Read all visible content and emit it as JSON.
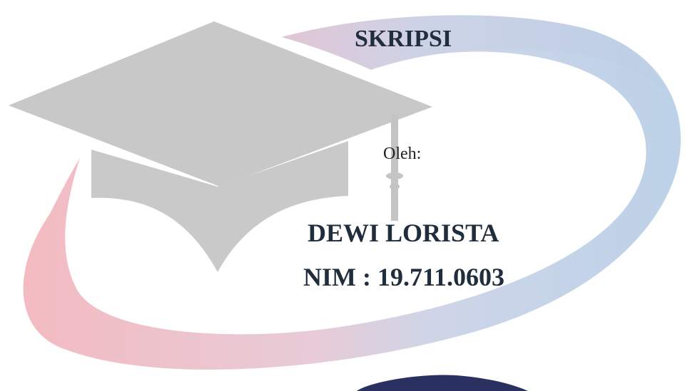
{
  "document": {
    "title": "SKRIPSI",
    "by_label": "Oleh:",
    "author_name": "DEWI LORISTA",
    "student_id": "NIM : 19.711.0603"
  },
  "icons": {
    "mortarboard": "graduation-cap-icon",
    "swoosh": "swoosh-ribbon-icon"
  },
  "colors": {
    "ribbon_start": "#f2b8bf",
    "ribbon_mid": "#d9d0e3",
    "ribbon_end": "#bcd0e6",
    "cap": "#c8c8c8",
    "text": "#1f2d3d",
    "bottom_accent": "#2a3060"
  }
}
